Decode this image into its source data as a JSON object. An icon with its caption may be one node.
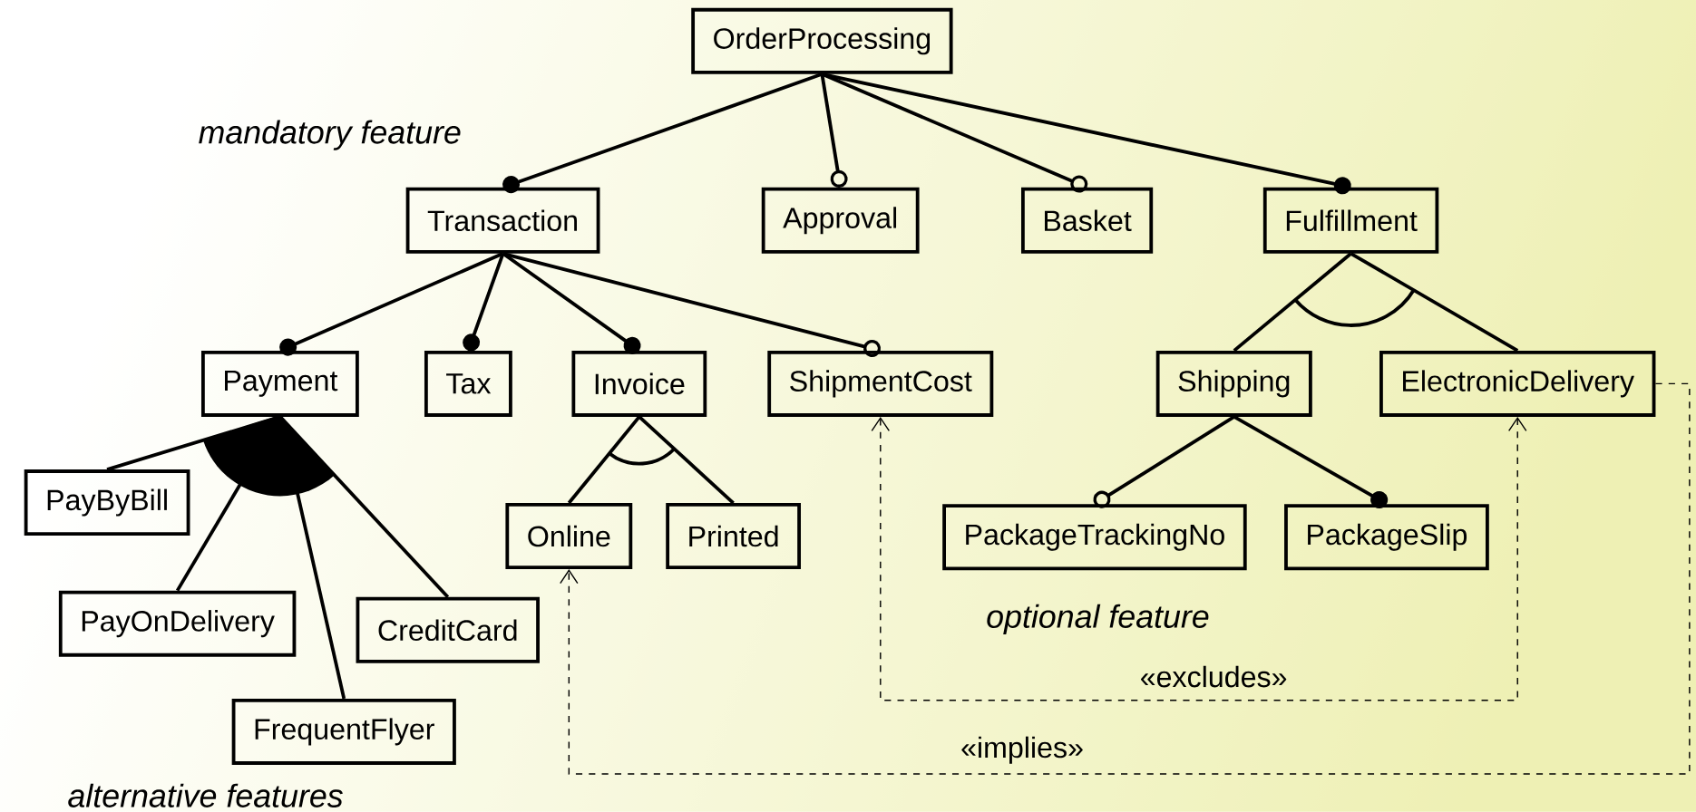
{
  "diagram": {
    "nodes": [
      {
        "text": [
          "OrderProcessing"
        ]
      },
      {
        "text": [
          "Transaction"
        ]
      },
      {
        "text": [
          "Approval"
        ]
      },
      {
        "text": [
          "Basket"
        ]
      },
      {
        "text": [
          "Fulfillment"
        ]
      },
      {
        "text": [
          "Payment"
        ]
      },
      {
        "text": [
          "Tax"
        ]
      },
      {
        "text": [
          "Invoice"
        ]
      },
      {
        "text": [
          "ShipmentCost"
        ]
      },
      {
        "text": [
          "Shipping"
        ]
      },
      {
        "text": [
          "ElectronicDelivery"
        ]
      },
      {
        "text": [
          "PayByBill"
        ]
      },
      {
        "text": [
          "Online"
        ]
      },
      {
        "text": [
          "Printed"
        ]
      },
      {
        "text": [
          "PackageTrackingNo"
        ]
      },
      {
        "text": [
          "PackageSlip"
        ]
      },
      {
        "text": [
          "PayOnDelivery"
        ]
      },
      {
        "text": [
          "CreditCard"
        ]
      },
      {
        "text": [
          "FrequentFlyer"
        ]
      }
    ],
    "edges": [
      {
        "from": 0,
        "to": 1,
        "arrow": "other"
      },
      {
        "from": 0,
        "to": 2,
        "arrow": "other"
      },
      {
        "from": 0,
        "to": 3,
        "arrow": "other"
      },
      {
        "from": 0,
        "to": 4,
        "arrow": "other"
      },
      {
        "from": 1,
        "to": 5,
        "arrow": "other"
      },
      {
        "from": 1,
        "to": 6,
        "arrow": "other"
      },
      {
        "from": 1,
        "to": 7,
        "arrow": "other"
      },
      {
        "from": 1,
        "to": 8,
        "arrow": "other"
      },
      {
        "from": 4,
        "to": 9,
        "arrow": "none"
      },
      {
        "from": 4,
        "to": 10,
        "arrow": "none"
      },
      {
        "from": 5,
        "to": 11,
        "arrow": "none"
      },
      {
        "from": 5,
        "to": 16,
        "arrow": "none"
      },
      {
        "from": 5,
        "to": 18,
        "arrow": "none"
      },
      {
        "from": 5,
        "to": 17,
        "arrow": "none"
      },
      {
        "from": 7,
        "to": 12,
        "arrow": "none"
      },
      {
        "from": 7,
        "to": 13,
        "arrow": "none"
      },
      {
        "from": 9,
        "to": 14,
        "arrow": "other"
      },
      {
        "from": 9,
        "to": 15,
        "arrow": "other"
      },
      {
        "from": 10,
        "to": 8,
        "arrow": "both",
        "style": "dashed",
        "label": "«excludes»"
      },
      {
        "from": 10,
        "to": 12,
        "arrow": "to",
        "style": "dashed",
        "label": "«implies»"
      }
    ],
    "labels": [
      "mandatory feature",
      "optional feature",
      "alternative features"
    ]
  }
}
